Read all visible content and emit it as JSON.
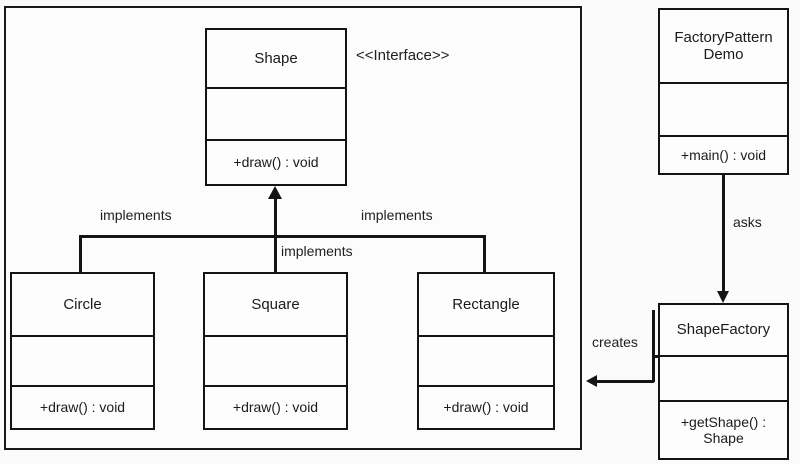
{
  "diagram": {
    "kind": "uml-class-diagram",
    "title_stereotype": "<<Interface>>",
    "colors": {
      "stroke": "#141414",
      "background": "#fbfbfb",
      "box_fill": "#fdfdfd",
      "text": "#1b1b1b"
    }
  },
  "classes": {
    "shape": {
      "name": "Shape",
      "attributes": "",
      "operations": "+draw() : void"
    },
    "circle": {
      "name": "Circle",
      "attributes": "",
      "operations": "+draw() : void"
    },
    "square": {
      "name": "Square",
      "attributes": "",
      "operations": "+draw() : void"
    },
    "rectangle": {
      "name": "Rectangle",
      "attributes": "",
      "operations": "+draw() : void"
    },
    "factory_demo": {
      "name": "FactoryPattern Demo",
      "attributes": "",
      "operations": "+main() : void"
    },
    "shape_factory": {
      "name": "ShapeFactory",
      "attributes": "",
      "operations": "+getShape() : Shape"
    }
  },
  "edges": {
    "implements_left": "implements",
    "implements_center": "implements",
    "implements_right": "implements",
    "asks": "asks",
    "creates": "creates"
  }
}
